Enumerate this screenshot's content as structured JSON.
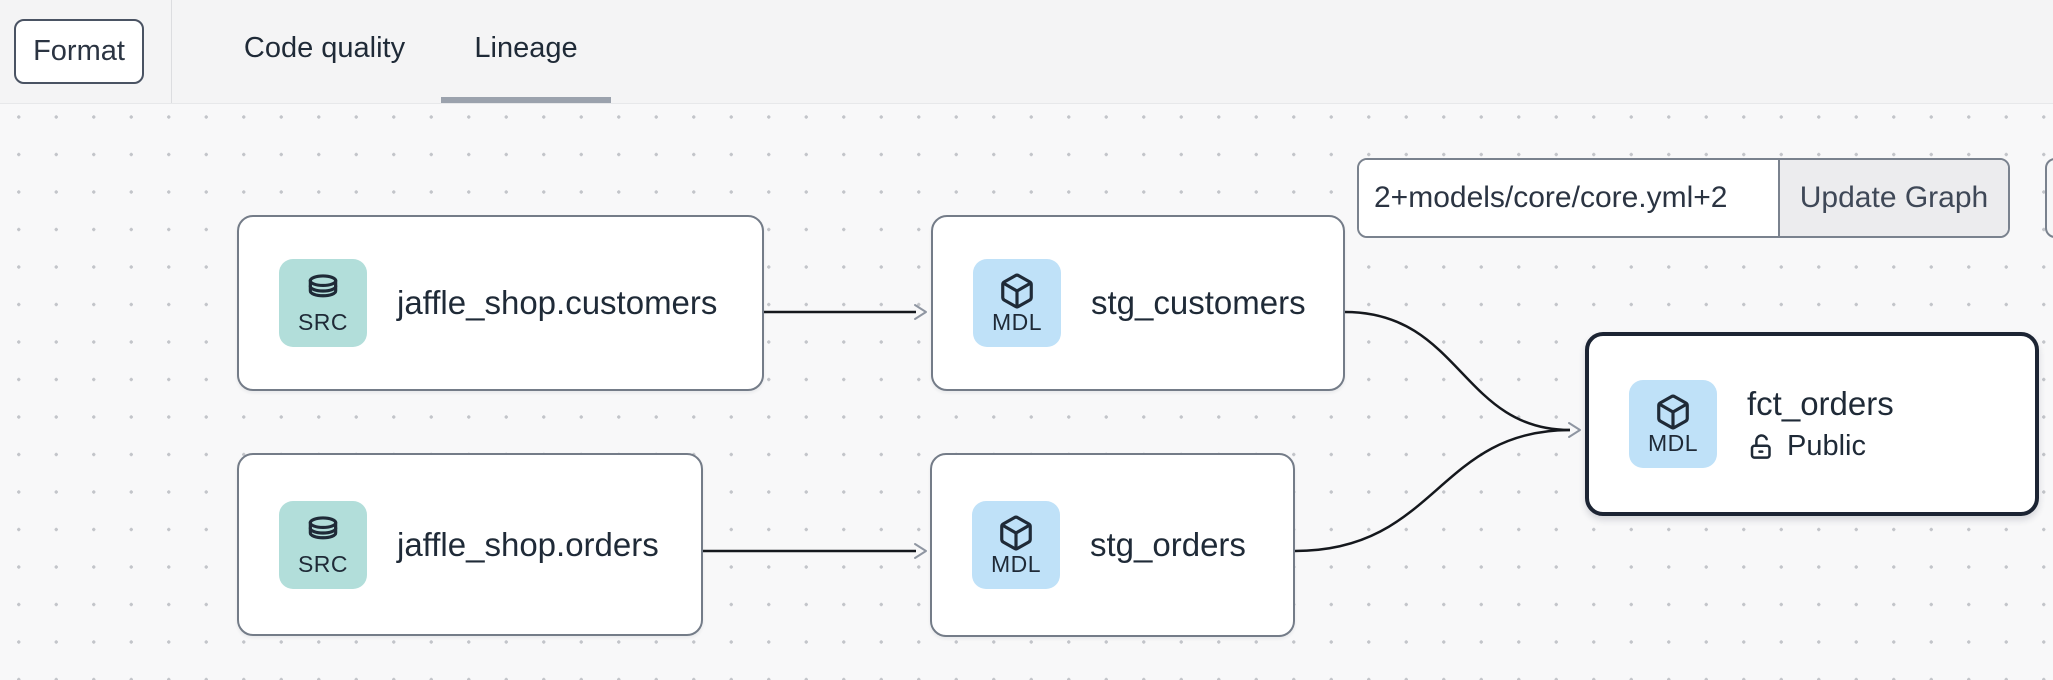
{
  "toolbar": {
    "format_label": "Format",
    "tabs": [
      {
        "label": "Code quality",
        "active": false
      },
      {
        "label": "Lineage",
        "active": true
      }
    ]
  },
  "graph_controls": {
    "selector_value": "2+models/core/core.yml+2",
    "update_button_label": "Update Graph"
  },
  "nodes": [
    {
      "id": "jaffle_shop.customers",
      "type": "source",
      "badge": "SRC",
      "label": "jaffle_shop.customers",
      "selected": false
    },
    {
      "id": "stg_customers",
      "type": "model",
      "badge": "MDL",
      "label": "stg_customers",
      "selected": false
    },
    {
      "id": "jaffle_shop.orders",
      "type": "source",
      "badge": "SRC",
      "label": "jaffle_shop.orders",
      "selected": false
    },
    {
      "id": "stg_orders",
      "type": "model",
      "badge": "MDL",
      "label": "stg_orders",
      "selected": false
    },
    {
      "id": "fct_orders",
      "type": "model",
      "badge": "MDL",
      "label": "fct_orders",
      "access": "Public",
      "selected": true
    }
  ],
  "edges": [
    {
      "from": "jaffle_shop.customers",
      "to": "stg_customers"
    },
    {
      "from": "jaffle_shop.orders",
      "to": "stg_orders"
    },
    {
      "from": "stg_customers",
      "to": "fct_orders"
    },
    {
      "from": "stg_orders",
      "to": "fct_orders"
    }
  ],
  "colors": {
    "source_badge_bg": "#b2deda",
    "model_badge_bg": "#bfe1f8",
    "node_border": "#747c88",
    "selected_node_border": "#1c2433",
    "edge": "#15181d",
    "arrowhead": "#8f96a2",
    "tab_underline": "#9ba2ad",
    "canvas_bg": "#f8f8f9",
    "topbar_bg": "#f4f4f5",
    "text": "#1f2a37"
  }
}
